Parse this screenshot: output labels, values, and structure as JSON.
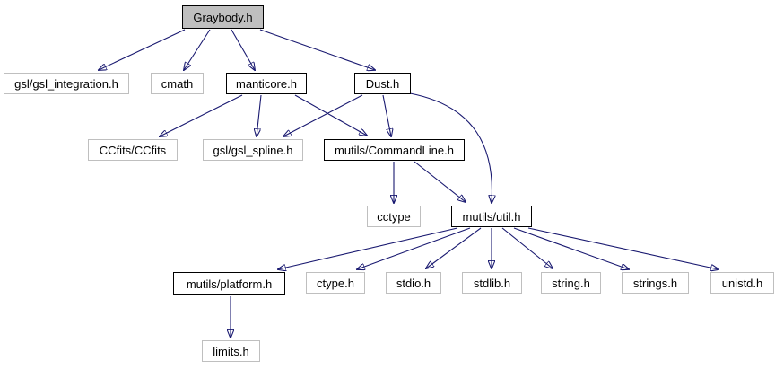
{
  "diagram": {
    "type": "include-dependency-graph",
    "root": "Graybody.h",
    "colors": {
      "edge": "#191970",
      "root_fill": "#bfbfbf",
      "node_fill": "#ffffff",
      "linked_border": "#000000",
      "leaf_border": "#bfbfbf",
      "background": "#ffffff",
      "text": "#000000"
    },
    "nodes": {
      "graybody": {
        "label": "Graybody.h",
        "root": true,
        "linked": false
      },
      "gslintegration": {
        "label": "gsl/gsl_integration.h",
        "linked": false
      },
      "cmath": {
        "label": "cmath",
        "linked": false
      },
      "manticore": {
        "label": "manticore.h",
        "linked": true
      },
      "dust": {
        "label": "Dust.h",
        "linked": true
      },
      "ccfits": {
        "label": "CCfits/CCfits",
        "linked": false
      },
      "gslspline": {
        "label": "gsl/gsl_spline.h",
        "linked": false
      },
      "commandline": {
        "label": "mutils/CommandLine.h",
        "linked": true
      },
      "cctype": {
        "label": "cctype",
        "linked": false
      },
      "util": {
        "label": "mutils/util.h",
        "linked": true
      },
      "platform": {
        "label": "mutils/platform.h",
        "linked": true
      },
      "ctype": {
        "label": "ctype.h",
        "linked": false
      },
      "stdio": {
        "label": "stdio.h",
        "linked": false
      },
      "stdlib": {
        "label": "stdlib.h",
        "linked": false
      },
      "string": {
        "label": "string.h",
        "linked": false
      },
      "strings": {
        "label": "strings.h",
        "linked": false
      },
      "unistd": {
        "label": "unistd.h",
        "linked": false
      },
      "limits": {
        "label": "limits.h",
        "linked": false
      }
    },
    "edges": [
      {
        "from": "graybody",
        "to": "gslintegration"
      },
      {
        "from": "graybody",
        "to": "cmath"
      },
      {
        "from": "graybody",
        "to": "manticore"
      },
      {
        "from": "graybody",
        "to": "dust"
      },
      {
        "from": "manticore",
        "to": "ccfits"
      },
      {
        "from": "manticore",
        "to": "gslspline"
      },
      {
        "from": "manticore",
        "to": "commandline"
      },
      {
        "from": "dust",
        "to": "gslspline"
      },
      {
        "from": "dust",
        "to": "commandline"
      },
      {
        "from": "dust",
        "to": "util"
      },
      {
        "from": "commandline",
        "to": "cctype"
      },
      {
        "from": "commandline",
        "to": "util"
      },
      {
        "from": "util",
        "to": "platform"
      },
      {
        "from": "util",
        "to": "ctype"
      },
      {
        "from": "util",
        "to": "stdio"
      },
      {
        "from": "util",
        "to": "stdlib"
      },
      {
        "from": "util",
        "to": "string"
      },
      {
        "from": "util",
        "to": "strings"
      },
      {
        "from": "util",
        "to": "unistd"
      },
      {
        "from": "platform",
        "to": "limits"
      }
    ]
  }
}
